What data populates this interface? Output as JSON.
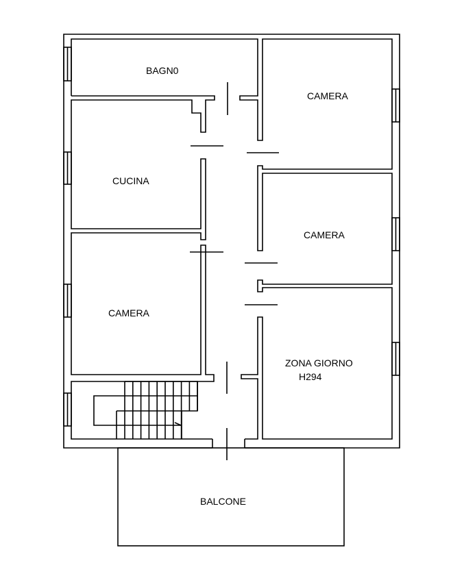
{
  "plan": {
    "rooms": [
      {
        "id": "bagno",
        "label": "BAGN0"
      },
      {
        "id": "camera-top-right",
        "label": "CAMERA"
      },
      {
        "id": "cucina",
        "label": "CUCINA"
      },
      {
        "id": "camera-mid-right",
        "label": "CAMERA"
      },
      {
        "id": "camera-left",
        "label": "CAMERA"
      },
      {
        "id": "zona-giorno",
        "label": "ZONA GIORNO",
        "sublabel": "H294"
      },
      {
        "id": "balcone",
        "label": "BALCONE"
      }
    ],
    "line_color": "#000000",
    "background": "#ffffff"
  }
}
